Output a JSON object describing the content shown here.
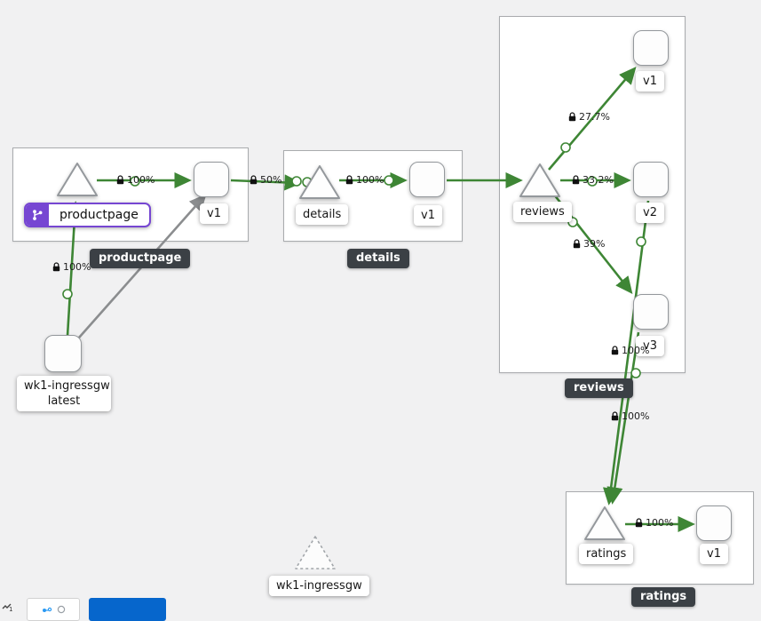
{
  "colors": {
    "edge_green": "#3e8635",
    "edge_gray": "#8b8d8f",
    "selected_purple": "#7646d2",
    "dark_label_bg": "#3b4045",
    "node_border": "#94989c",
    "primary_blue": "#0666cc"
  },
  "groups": [
    {
      "id": "productpage",
      "title": "productpage"
    },
    {
      "id": "details",
      "title": "details"
    },
    {
      "id": "reviews",
      "title": "reviews"
    },
    {
      "id": "ratings",
      "title": "ratings"
    }
  ],
  "nodes": {
    "productpage_service": {
      "label": "productpage",
      "type": "service",
      "selected": true
    },
    "productpage_v1": {
      "label": "v1",
      "type": "workload"
    },
    "details_service": {
      "label": "details",
      "type": "service"
    },
    "details_v1": {
      "label": "v1",
      "type": "workload"
    },
    "reviews_service": {
      "label": "reviews",
      "type": "service"
    },
    "reviews_v1": {
      "label": "v1",
      "type": "workload"
    },
    "reviews_v2": {
      "label": "v2",
      "type": "workload"
    },
    "reviews_v3": {
      "label": "v3",
      "type": "workload"
    },
    "ratings_service": {
      "label": "ratings",
      "type": "service"
    },
    "ratings_v1": {
      "label": "v1",
      "type": "workload"
    },
    "ingress_workload": {
      "label_line1": "wk1-ingressgw",
      "label_line2": "latest",
      "type": "workload"
    },
    "idle_service": {
      "label": "wk1-ingressgw",
      "type": "service-idle"
    }
  },
  "edges": [
    {
      "from": "wk1-ingressgw latest",
      "to": "productpage",
      "label": "100%",
      "secure": true
    },
    {
      "from": "wk1-ingressgw latest",
      "to": "productpage v1",
      "color": "gray"
    },
    {
      "from": "productpage",
      "to": "productpage v1",
      "label": "100%",
      "secure": true
    },
    {
      "from": "productpage v1",
      "to": "details",
      "label": "50%",
      "secure": true
    },
    {
      "from": "details",
      "to": "details v1",
      "label": "100%",
      "secure": true
    },
    {
      "from": "details v1",
      "to": "reviews"
    },
    {
      "from": "reviews",
      "to": "reviews v1",
      "label": "27.7%",
      "secure": true
    },
    {
      "from": "reviews",
      "to": "reviews v2",
      "label": "33.2%",
      "secure": true
    },
    {
      "from": "reviews",
      "to": "reviews v3",
      "label": "39%",
      "secure": true
    },
    {
      "from": "reviews v2",
      "to": "ratings",
      "label": "100%",
      "secure": true
    },
    {
      "from": "reviews v3",
      "to": "ratings",
      "label": "100%",
      "secure": true
    },
    {
      "from": "ratings",
      "to": "ratings v1",
      "label": "100%",
      "secure": true
    }
  ]
}
